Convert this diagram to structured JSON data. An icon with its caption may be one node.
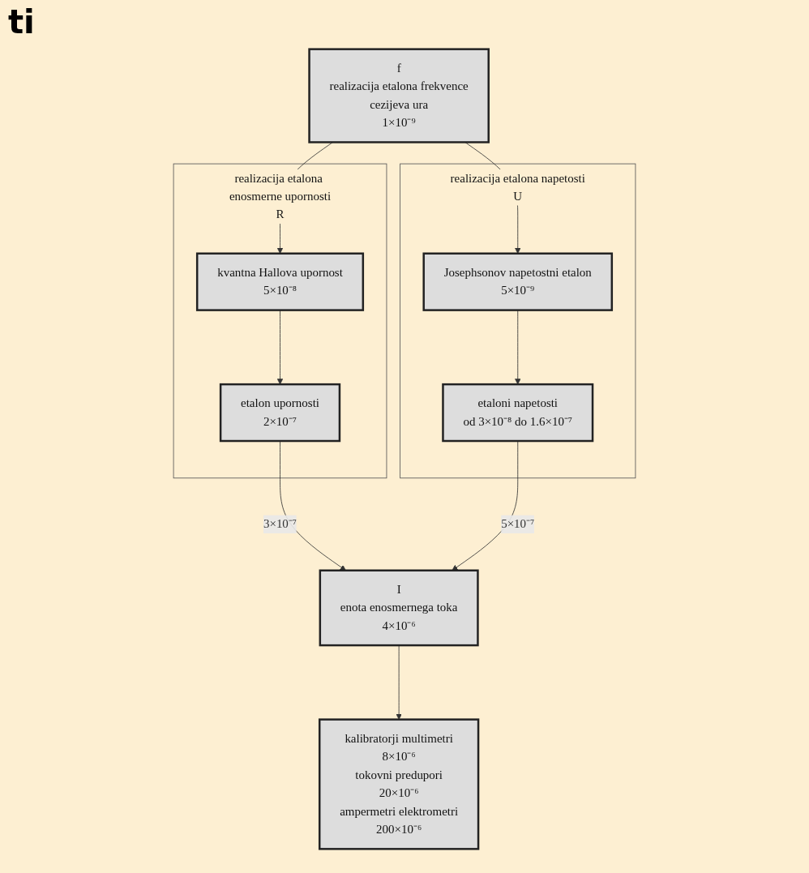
{
  "diagram": {
    "title": "ti",
    "nodes": [
      {
        "text": [
          "f",
          "realizacija etalona frekvence",
          "cezijeva ura",
          "1×10⁻⁹"
        ]
      },
      {
        "text": [
          "realizacija etalona enosmerne upornosti",
          "R"
        ]
      },
      {
        "text": [
          "kvantna Hallova upornost",
          "5×10⁻⁸"
        ],
        "in": 1
      },
      {
        "text": [
          "etalon upornosti",
          "2×10⁻⁷"
        ],
        "in": 1
      },
      {
        "text": [
          "realizacija etalona napetosti",
          "U"
        ]
      },
      {
        "text": [
          "Josephsonov napetostni etalon",
          "5×10⁻⁹"
        ],
        "in": 4
      },
      {
        "text": [
          "etaloni napetosti",
          "od 3×10⁻⁸ do 1.6×10⁻⁷"
        ],
        "in": 4
      },
      {
        "text": [
          "I",
          "enota enosmernega toka",
          "4×10⁻⁶"
        ]
      },
      {
        "text": [
          "kalibratorji multimetri",
          "8×10⁻⁶",
          "tokovni predupori",
          "20×10⁻⁶",
          "ampermetri elektrometri",
          "200×10⁻⁶"
        ]
      }
    ],
    "edges": [
      {
        "from": 0,
        "to": 2,
        "arrow": "to"
      },
      {
        "from": 0,
        "to": 5,
        "arrow": "to"
      },
      {
        "from": 2,
        "to": 3,
        "arrow": "to"
      },
      {
        "from": 5,
        "to": 6,
        "arrow": "to"
      },
      {
        "from": 3,
        "to": 7,
        "arrow": "to",
        "label": "3×10⁻⁷"
      },
      {
        "from": 6,
        "to": 7,
        "arrow": "to",
        "label": "5×10⁻⁷"
      },
      {
        "from": 7,
        "to": 8,
        "arrow": "to"
      }
    ]
  }
}
